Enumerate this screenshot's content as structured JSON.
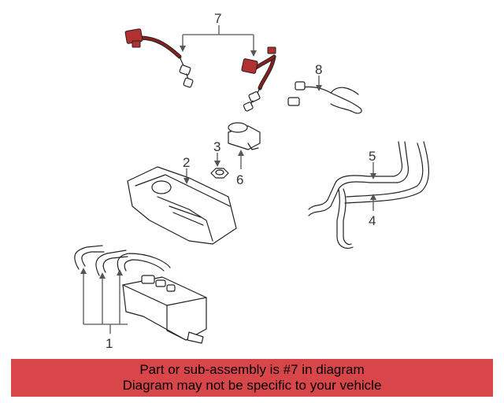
{
  "callouts": {
    "c1": "1",
    "c2": "2",
    "c3": "3",
    "c4": "4",
    "c5": "5",
    "c6": "6",
    "c7": "7",
    "c8": "8"
  },
  "banner": {
    "line1": "Part or sub-assembly is #7 in diagram",
    "line2": "Diagram may not be specific to your vehicle",
    "color": "#d9464a"
  },
  "highlight_color": "#b33030"
}
